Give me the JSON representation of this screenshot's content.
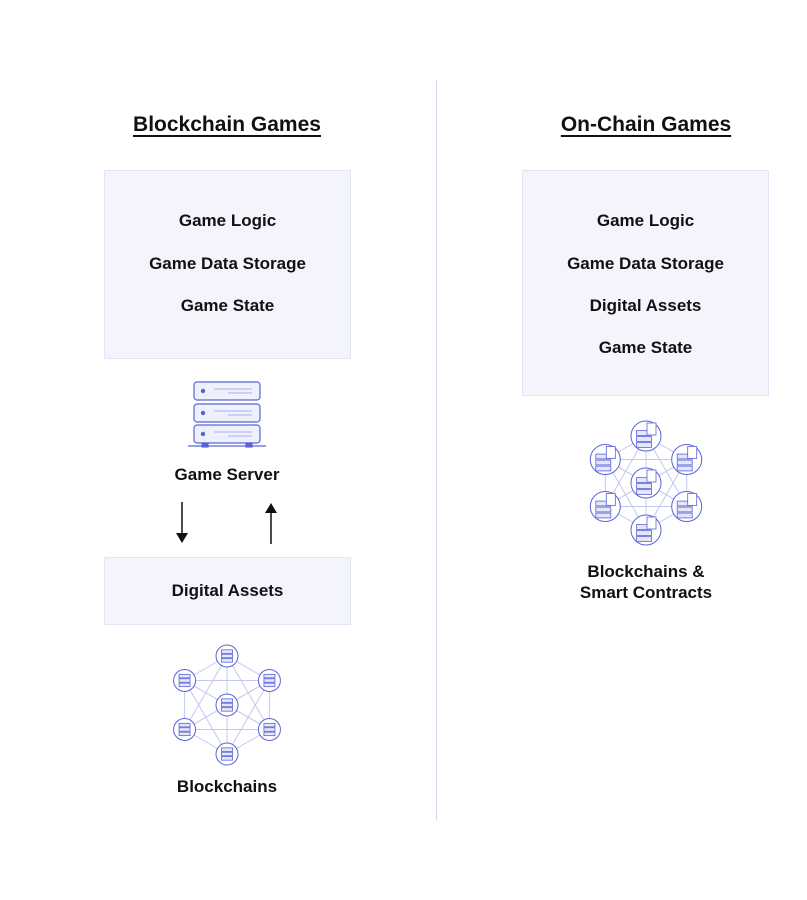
{
  "left": {
    "title": "Blockchain Games",
    "box_items": [
      "Game Logic",
      "Game Data Storage",
      "Game State"
    ],
    "server_label": "Game Server",
    "assets_label": "Digital Assets",
    "network_label": "Blockchains"
  },
  "right": {
    "title": "On-Chain Games",
    "box_items": [
      "Game Logic",
      "Game Data Storage",
      "Digital Assets",
      "Game State"
    ],
    "network_label_line1": "Blockchains &",
    "network_label_line2": "Smart Contracts"
  },
  "colors": {
    "accent": "#5a63d6",
    "box": "#f4f5fc",
    "divider": "#d3d6ee"
  }
}
